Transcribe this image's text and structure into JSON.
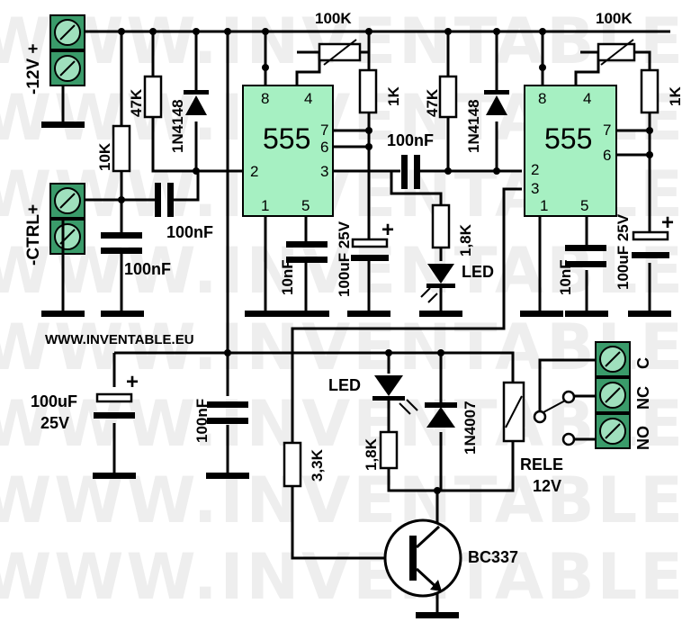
{
  "watermark": "WWW.INVENTABLE.EU",
  "site_label": "WWW.INVENTABLE.EU",
  "ic1": {
    "name": "555",
    "pins": [
      "8",
      "4",
      "7",
      "6",
      "2",
      "3",
      "1",
      "5"
    ]
  },
  "ic2": {
    "name": "555",
    "pins": [
      "8",
      "4",
      "7",
      "6",
      "2",
      "3",
      "1",
      "5"
    ]
  },
  "labels": {
    "supply_plus": "-12V +",
    "ctrl": "-CTRL+",
    "r_10k": "10K",
    "r_47k_1": "47K",
    "d_1n4148_1": "1N4148",
    "c_100nf_in": "100nF",
    "c_100nf_ctrl": "100nF",
    "pot_1": "100K",
    "r_1k_1": "1K",
    "c_10nf_1": "10nF",
    "c_100uf_1": "100uF 25V",
    "c_100nf_couple": "100nF",
    "r_47k_2": "47K",
    "d_1n4148_2": "1N4148",
    "r_1k8_1": "1,8K",
    "led_1": "LED",
    "pot_2": "100K",
    "r_1k_2": "1K",
    "c_10nf_2": "10nF",
    "c_100uf_2": "100uF 25V",
    "c_100uf_main_1": "100uF",
    "c_100uf_main_2": "25V",
    "c_100nf_main": "100nF",
    "led_2": "LED",
    "r_1k8_2": "1,8K",
    "d_1n4007": "1N4007",
    "r_3k3": "3,3K",
    "relay_1": "RELE",
    "relay_2": "12V",
    "transistor": "BC337",
    "relay_c": "C",
    "relay_nc": "NC",
    "relay_no": "NO",
    "plus_sign": "+"
  }
}
